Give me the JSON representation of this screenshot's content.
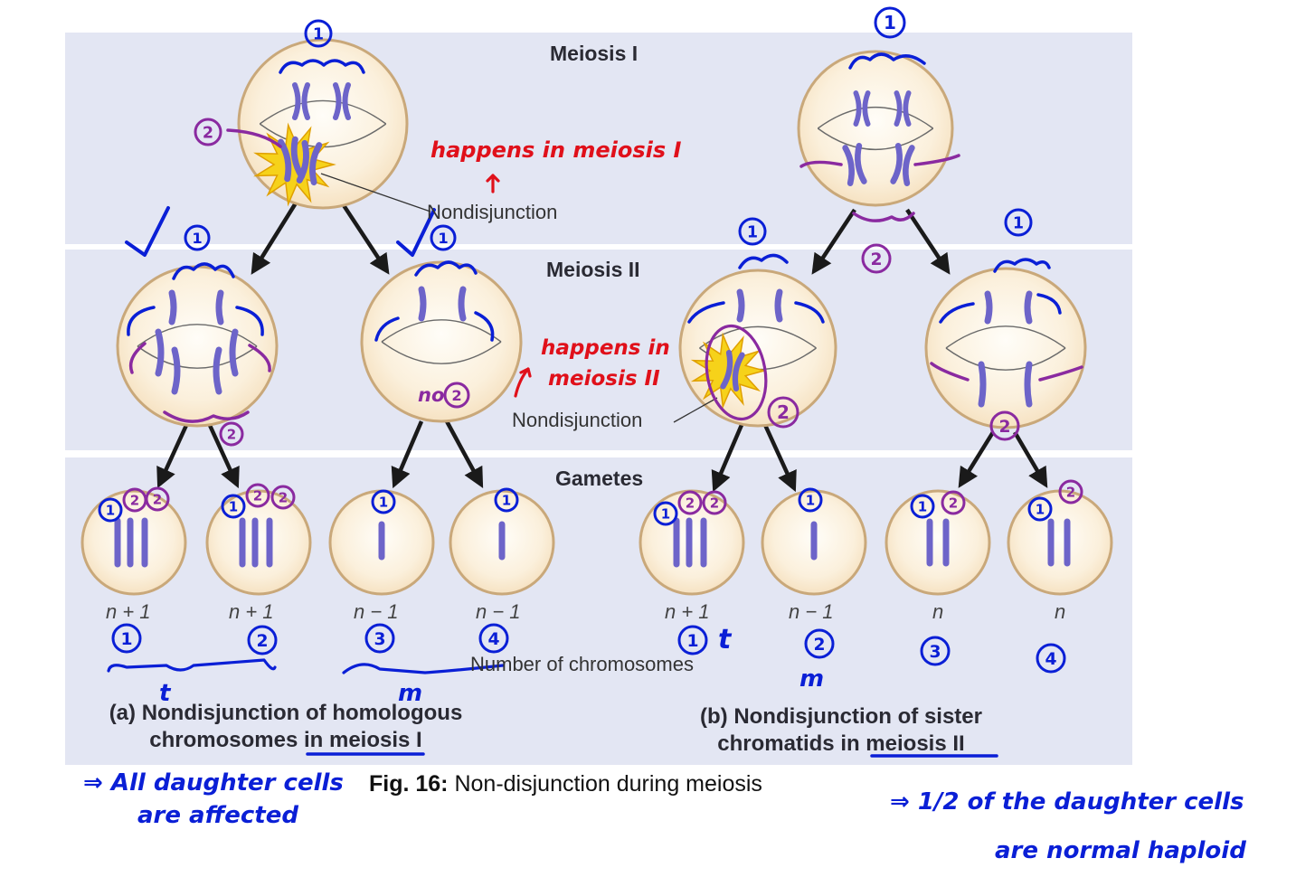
{
  "labels": {
    "meiosis1": "Meiosis I",
    "meiosis2": "Meiosis II",
    "gametes": "Gametes",
    "nondisjunction": "Nondisjunction",
    "number_of_chromosomes": "Number of chromosomes"
  },
  "gamete_counts": [
    "n + 1",
    "n + 1",
    "n − 1",
    "n − 1",
    "n + 1",
    "n − 1",
    "n",
    "n"
  ],
  "captions": {
    "a_line1": "(a) Nondisjunction of homologous",
    "a_line2": "chromosomes in meiosis I",
    "b_line1": "(b) Nondisjunction of sister",
    "b_line2": "chromatids in meiosis II"
  },
  "figure": {
    "prefix": "Fig. 16:",
    "title": "Non-disjunction during meiosis"
  },
  "annotations": {
    "happens_m1": "happens in meiosis I",
    "happens_m2_line1": "happens in",
    "happens_m2_line2": "meiosis II",
    "no2": "no",
    "all_affected_line1": "⇒ All daughter cells",
    "all_affected_line2": "are affected",
    "half_normal_line1": "⇒ 1/2 of the daughter cells",
    "half_normal_line2": "are normal haploid",
    "t1": "t",
    "m1": "m",
    "t2": "t",
    "m2": "m",
    "gamete_numbers_a": [
      "1",
      "2",
      "3",
      "4"
    ],
    "gamete_numbers_b": [
      "1",
      "2",
      "3",
      "4"
    ],
    "circled_1": "1",
    "circled_2": "2"
  },
  "colors": {
    "band": "#e3e6f3",
    "band_separator": "#ffffff",
    "cell_fill": "#f6e2c2",
    "cell_stroke": "#c9a87a",
    "chromosome": "#6d64c9",
    "arrow": "#1a1a1a",
    "ink_red": "#e0101a",
    "ink_blue": "#0a1fd6",
    "ink_purple": "#8a2aa0"
  }
}
